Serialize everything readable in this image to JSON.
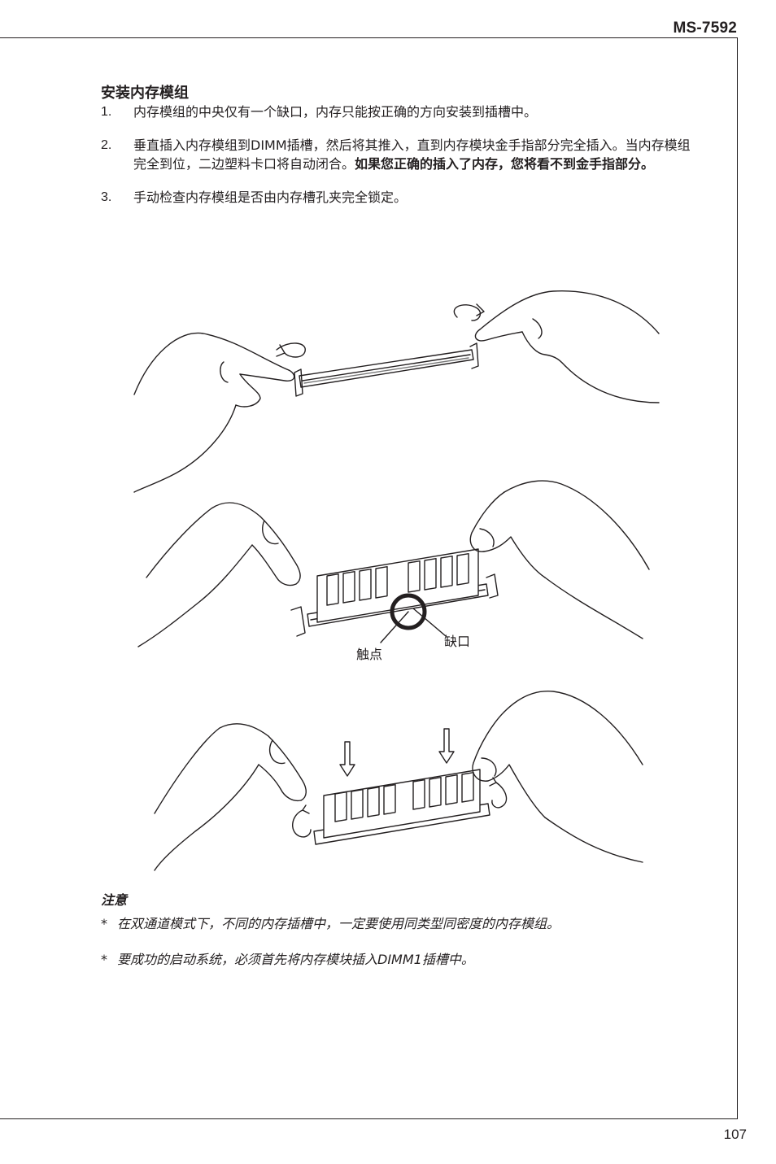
{
  "header": {
    "model": "MS-7592"
  },
  "section": {
    "title": "安装内存模组",
    "steps": [
      {
        "num": "1.",
        "text": "内存模组的中央仅有一个缺口，内存只能按正确的方向安装到插槽中。",
        "bold": ""
      },
      {
        "num": "2.",
        "text": "垂直插入内存模组到DIMM插槽，然后将其推入，直到内存模块金手指部分完全插入。当内存模组完全到位，二边塑料卡口将自动闭合。",
        "bold": "如果您正确的插入了内存，您将看不到金手指部分。"
      },
      {
        "num": "3.",
        "text": "手动检查内存模组是否由内存槽孔夹完全锁定。",
        "bold": ""
      }
    ]
  },
  "figure": {
    "callouts": {
      "notch": "缺口",
      "contact": "触点"
    }
  },
  "notes": {
    "title": "注意",
    "items": [
      {
        "bullet": "*",
        "text": "在双通道模式下，不同的内存插槽中，一定要使用同类型同密度的内存模组。"
      },
      {
        "bullet": "*",
        "text": "要成功的启动系统，必须首先将内存模块插入DIMM1插槽中。"
      }
    ]
  },
  "footer": {
    "page_number": "107"
  }
}
